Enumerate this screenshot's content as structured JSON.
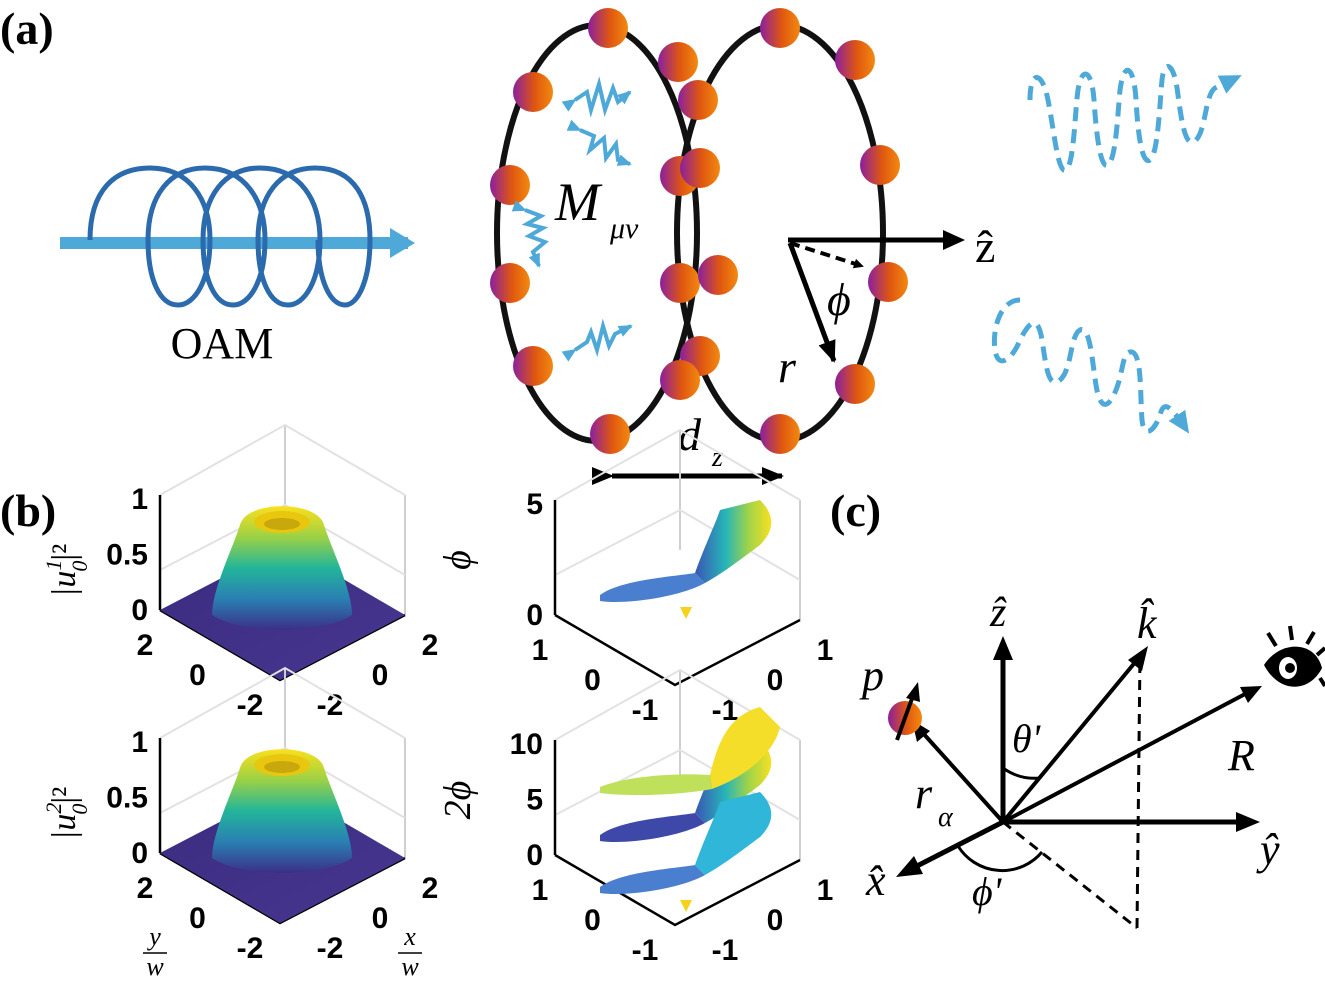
{
  "panels": {
    "a": {
      "label": "(a)",
      "oam_label": "OAM",
      "coupling_label": "M",
      "coupling_sub": "μν",
      "axis_z": "ẑ",
      "phi_label": "ϕ",
      "r_label": "r",
      "dz_label": "d",
      "dz_sub": "z"
    },
    "b": {
      "label": "(b)",
      "plots": [
        {
          "zlabel": "|u",
          "zlabel_sup": "1",
          "zlabel_sub": "0",
          "zlabel_end": "|²",
          "zticks": [
            "1",
            "0.5",
            "0"
          ],
          "yticks": [
            "2",
            "0",
            "-2"
          ],
          "xticks": [
            "2",
            "0",
            "-2"
          ]
        },
        {
          "zlabel": "ϕ",
          "zticks": [
            "5",
            "0"
          ],
          "yticks": [
            "1",
            "0",
            "-1"
          ],
          "xticks": [
            "1",
            "0",
            "-1"
          ]
        },
        {
          "zlabel": "|u",
          "zlabel_sup": "2",
          "zlabel_sub": "0",
          "zlabel_end": "|²",
          "zticks": [
            "1",
            "0.5",
            "0"
          ],
          "yticks": [
            "2",
            "0",
            "-2"
          ],
          "xticks": [
            "2",
            "0",
            "-2"
          ],
          "ylabel_num": "y",
          "ylabel_den": "w",
          "xlabel_num": "x",
          "xlabel_den": "w"
        },
        {
          "zlabel": "2ϕ",
          "zticks": [
            "10",
            "5",
            "0"
          ],
          "yticks": [
            "1",
            "0",
            "-1"
          ],
          "xticks": [
            "1",
            "0",
            "-1"
          ]
        }
      ]
    },
    "c": {
      "label": "(c)",
      "z": "ẑ",
      "k": "k̂",
      "R": "R⃗",
      "y": "ŷ",
      "x": "x̂",
      "p": "p⃗",
      "r": "r⃗",
      "r_sub": "α",
      "theta": "θ'",
      "phi": "ϕ'"
    }
  },
  "colors": {
    "beam": "#4ea9d9",
    "helix": "#2a6aad",
    "atom_orange": "#f07a0e",
    "atom_purple": "#8a1fa0",
    "torus_yellow": "#f6df1e",
    "torus_green": "#3fbf88",
    "base_purple": "#3f2e86"
  }
}
